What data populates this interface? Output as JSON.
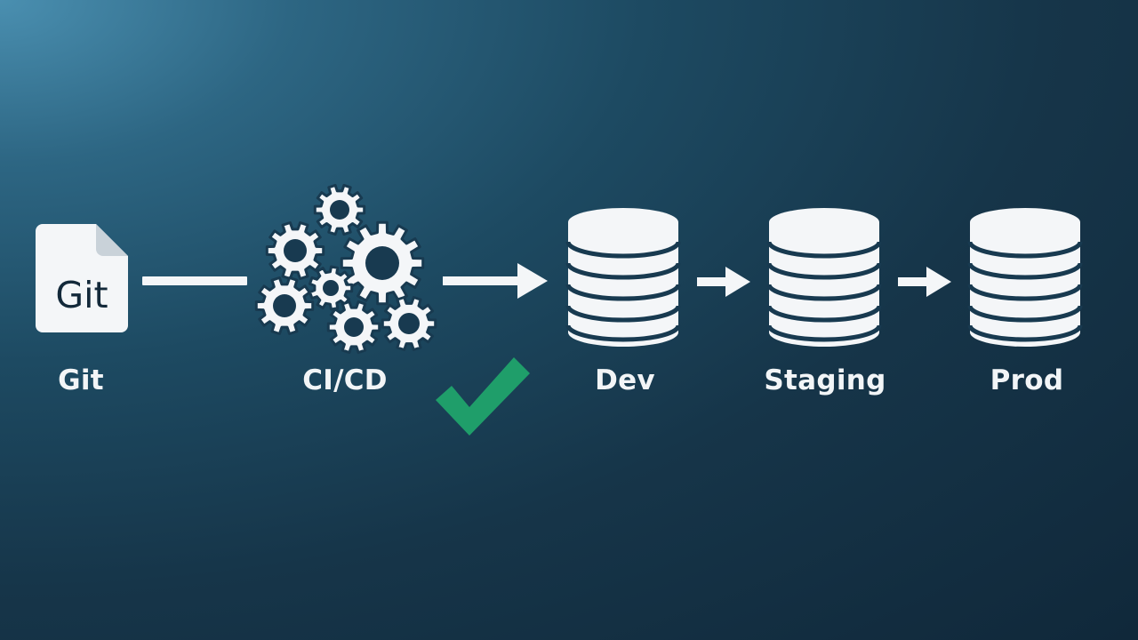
{
  "pipeline": {
    "git": {
      "icon": "git-file-icon",
      "icon_text": "Git",
      "label": "Git"
    },
    "cicd": {
      "icon": "gears-icon",
      "label": "CI/CD",
      "status_icon": "checkmark-icon"
    },
    "dev": {
      "icon": "database-icon",
      "label": "Dev"
    },
    "staging": {
      "icon": "database-icon",
      "label": "Staging"
    },
    "prod": {
      "icon": "database-icon",
      "label": "Prod"
    }
  },
  "colors": {
    "icon": "#f4f6f8",
    "check": "#1f9e6a",
    "label": "#f2f5f7"
  }
}
